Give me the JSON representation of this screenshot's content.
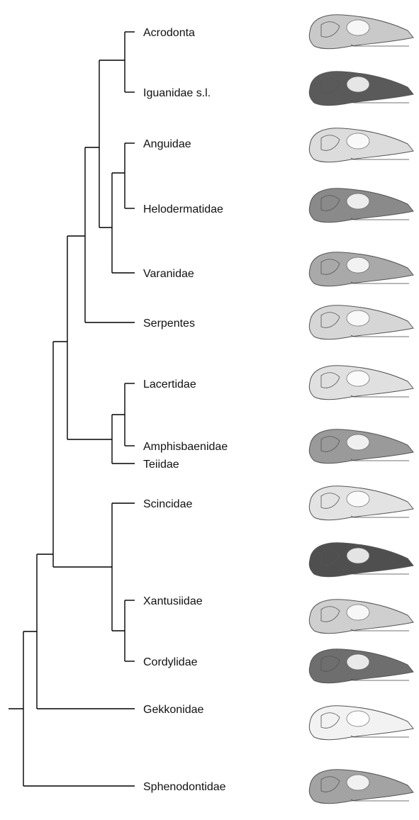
{
  "taxa": [
    {
      "id": "acrodonta",
      "label": "Acrodonta",
      "skull_tone": "#c9c9c9"
    },
    {
      "id": "iguanidae",
      "label": "Iguanidae s.l.",
      "skull_tone": "#5a5a5a"
    },
    {
      "id": "anguidae",
      "label": "Anguidae",
      "skull_tone": "#dcdcdc"
    },
    {
      "id": "helodermatidae",
      "label": "Helodermatidae",
      "skull_tone": "#8a8a8a"
    },
    {
      "id": "varanidae",
      "label": "Varanidae",
      "skull_tone": "#a9a9a9"
    },
    {
      "id": "serpentes",
      "label": "Serpentes",
      "skull_tone": "#d6d6d6"
    },
    {
      "id": "lacertidae",
      "label": "Lacertidae",
      "skull_tone": "#e0e0e0"
    },
    {
      "id": "amphisbaenidae",
      "label": "Amphisbaenidae",
      "skull_tone": "#9a9a9a"
    },
    {
      "id": "teiidae",
      "label": "Teiidae",
      "skull_tone": "#e3e3e3"
    },
    {
      "id": "scincidae",
      "label": "Scincidae",
      "skull_tone": "#4f4f4f"
    },
    {
      "id": "xantusiidae",
      "label": "Xantusiidae",
      "skull_tone": "#cfcfcf"
    },
    {
      "id": "cordylidae",
      "label": "Cordylidae",
      "skull_tone": "#6e6e6e"
    },
    {
      "id": "gekkonidae",
      "label": "Gekkonidae",
      "skull_tone": "#f2f2f2"
    },
    {
      "id": "sphenodontidae",
      "label": "Sphenodontidae",
      "skull_tone": "#a3a3a3"
    }
  ]
}
